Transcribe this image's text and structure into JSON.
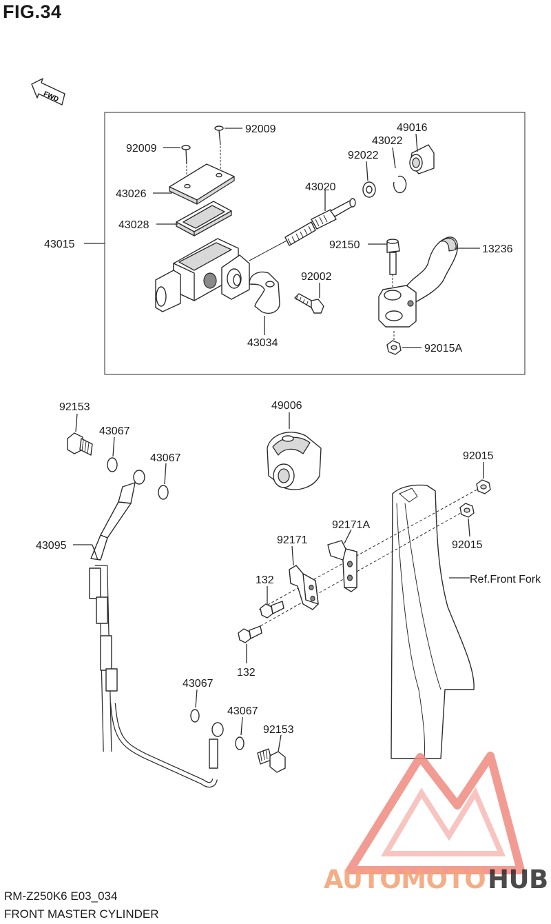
{
  "figure": {
    "title": "FIG.34",
    "model_code": "RM-Z250K6 E03_034",
    "name": "FRONT MASTER CYLINDER",
    "direction_label": "FWD"
  },
  "watermark": {
    "word_a": "AUTOMOTO",
    "word_b": "HUB",
    "color_a": "#f2a57a",
    "color_b": "#2a2a2a",
    "logo_color": "#f08a80"
  },
  "parts": {
    "p43015": "43015",
    "p92009_a": "92009",
    "p92009_b": "92009",
    "p43026": "43026",
    "p43028": "43028",
    "p43020": "43020",
    "p92022": "92022",
    "p43022": "43022",
    "p49016": "49016",
    "p92150": "92150",
    "p13236": "13236",
    "p92002": "92002",
    "p43034": "43034",
    "p92015A": "92015A",
    "p92153_a": "92153",
    "p43067_a": "43067",
    "p43067_b": "43067",
    "p43095": "43095",
    "p49006": "49006",
    "p92015_a": "92015",
    "p92015_b": "92015",
    "p92171A": "92171A",
    "p92171": "92171",
    "p132_a": "132",
    "p132_b": "132",
    "ref_fork": "Ref.Front Fork",
    "p43067_c": "43067",
    "p43067_d": "43067",
    "p92153_b": "92153"
  }
}
